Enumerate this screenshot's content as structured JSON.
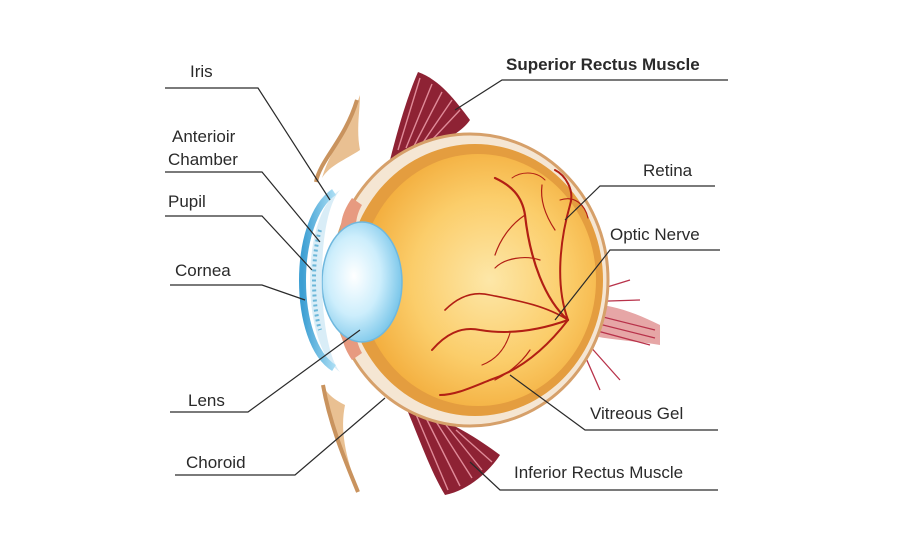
{
  "diagram": {
    "labels": {
      "iris": "Iris",
      "anterior_line1": "Anterioir",
      "anterior_line2": "Chamber",
      "pupil": "Pupil",
      "cornea": "Cornea",
      "lens": "Lens",
      "choroid": "Choroid",
      "superior": "Superior Rectus Muscle",
      "retina": "Retina",
      "optic": "Optic  Nerve",
      "vitreous": "Vitreous Gel",
      "inferior": "Inferior Rectus Muscle"
    },
    "colors": {
      "eyeball_outer": "#f7c35c",
      "eyeball_inner": "#fde3a0",
      "choroid": "#e8a04a",
      "sclera_rim": "#c97a3a",
      "vessels": "#b21f14",
      "muscle": "#a3283c",
      "cornea": "#4aa6d6",
      "lens": "#bfe6f7",
      "skin": "#e7b889",
      "lid_shadow": "#c89562"
    }
  }
}
